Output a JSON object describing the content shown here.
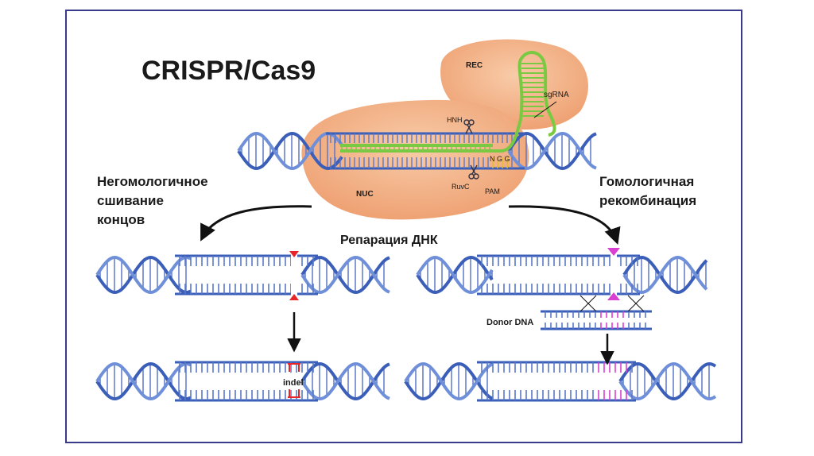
{
  "title": "CRISPR/Cas9",
  "cas9": {
    "rec_label": "REC",
    "nuc_label": "NUC",
    "sgrna_label": "sgRNA",
    "hnh_label": "HNH",
    "ruvc_label": "RuvC",
    "pam_label": "PAM",
    "ngg_label": "N G G"
  },
  "pathways": {
    "nhej_line1": "Негомологичное",
    "nhej_line2": "сшивание",
    "nhej_line3": "концов",
    "hr_line1": "Гомологичная",
    "hr_line2": "рекомбинация",
    "repair_label": "Репарация ДНК",
    "indel_label": "indel",
    "donor_label": "Donor DNA"
  },
  "colors": {
    "protein": "#f2b48a",
    "dna_backbone": "#3b5fb8",
    "dna_rung": "#5c78c8",
    "sgrna": "#7ac943",
    "cut_red": "#e8262a",
    "homology_magenta": "#d93fd1",
    "frame": "#3a3a8a"
  }
}
